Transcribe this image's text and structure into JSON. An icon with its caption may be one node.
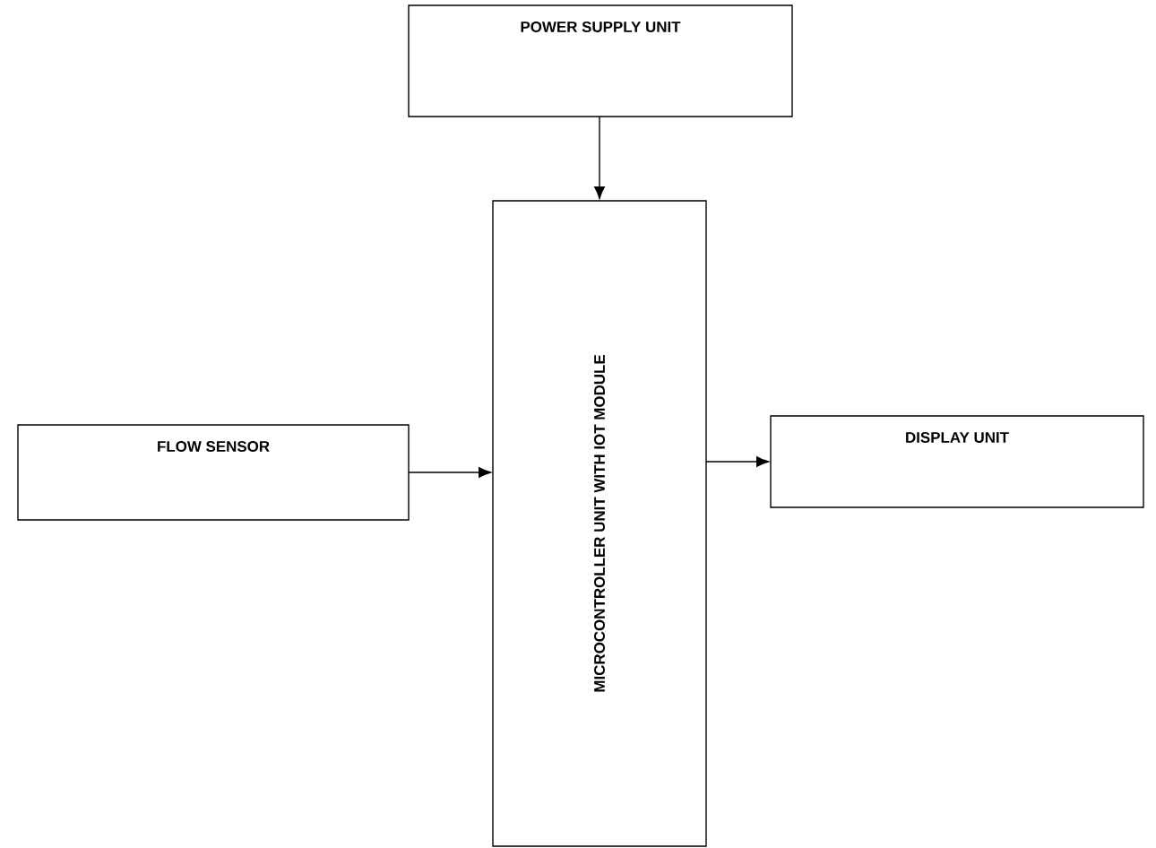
{
  "diagram": {
    "nodes": [
      {
        "text": [
          "POWER SUPPLY UNIT"
        ]
      },
      {
        "text": [
          "FLOW SENSOR"
        ]
      },
      {
        "text": [
          "MICROCONTROLLER UNIT WITH IOT MODULE"
        ]
      },
      {
        "text": [
          "DISPLAY UNIT"
        ]
      }
    ],
    "edges": [
      {
        "from": 0,
        "to": 2,
        "arrow": "to"
      },
      {
        "from": 1,
        "to": 2,
        "arrow": "to"
      },
      {
        "from": 2,
        "to": 3,
        "arrow": "to"
      }
    ]
  }
}
